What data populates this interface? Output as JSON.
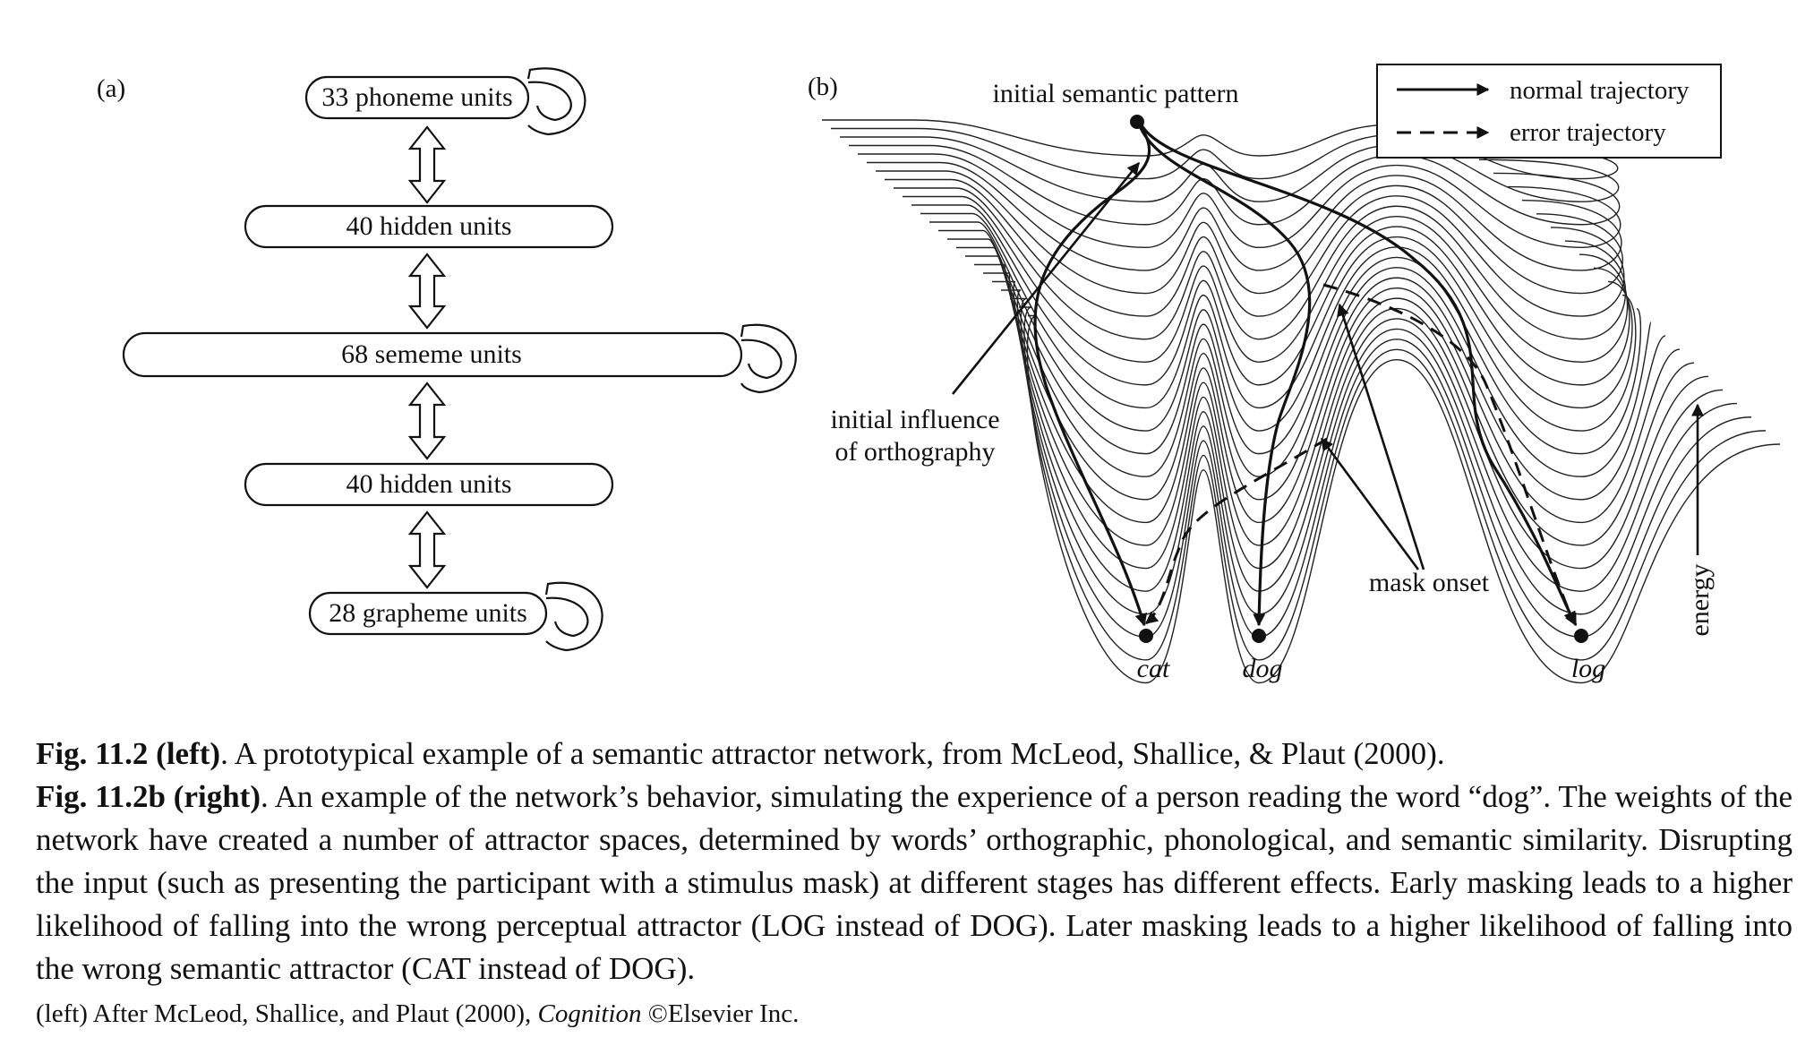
{
  "panel_a": {
    "label": "(a)",
    "units": [
      {
        "label": "33 phoneme units",
        "self_loop": true
      },
      {
        "label": "40 hidden units",
        "self_loop": false
      },
      {
        "label": "68 sememe units",
        "self_loop": true
      },
      {
        "label": "40 hidden units",
        "self_loop": false
      },
      {
        "label": "28 grapheme units",
        "self_loop": true
      }
    ]
  },
  "panel_b": {
    "label": "(b)",
    "start_label": "initial semantic pattern",
    "legend": {
      "normal": "normal trajectory",
      "error": "error trajectory"
    },
    "orthography_label_line1": "initial influence",
    "orthography_label_line2": "of orthography",
    "mask_label": "mask onset",
    "energy_label": "energy",
    "attractors": [
      "cat",
      "dog",
      "log"
    ]
  },
  "caption": {
    "fig1_label": "Fig. 11.2  (left)",
    "fig1_text": ". A prototypical example of a semantic attractor network, from McLeod, Shallice, & Plaut (2000).",
    "fig2_label": "Fig. 11.2b (right)",
    "fig2_text": ". An example of the network’s behavior, simulating the experience of a person reading the word “dog”. The weights of the network have created a number of attractor spaces, determined by words’ orthographic, phonological, and semantic similarity. Disrupting the input (such as presenting the participant with a stimulus mask) at different stages has different effects. Early masking leads to a higher likelihood of falling into the wrong perceptual attractor (LOG instead of DOG). Later masking leads to a higher likelihood of falling into the wrong semantic attractor (CAT instead of DOG).",
    "credit_prefix": "(left) After McLeod, Shallice, and Plaut (2000), ",
    "credit_journal": "Cognition",
    "credit_suffix": " ©Elsevier Inc."
  }
}
